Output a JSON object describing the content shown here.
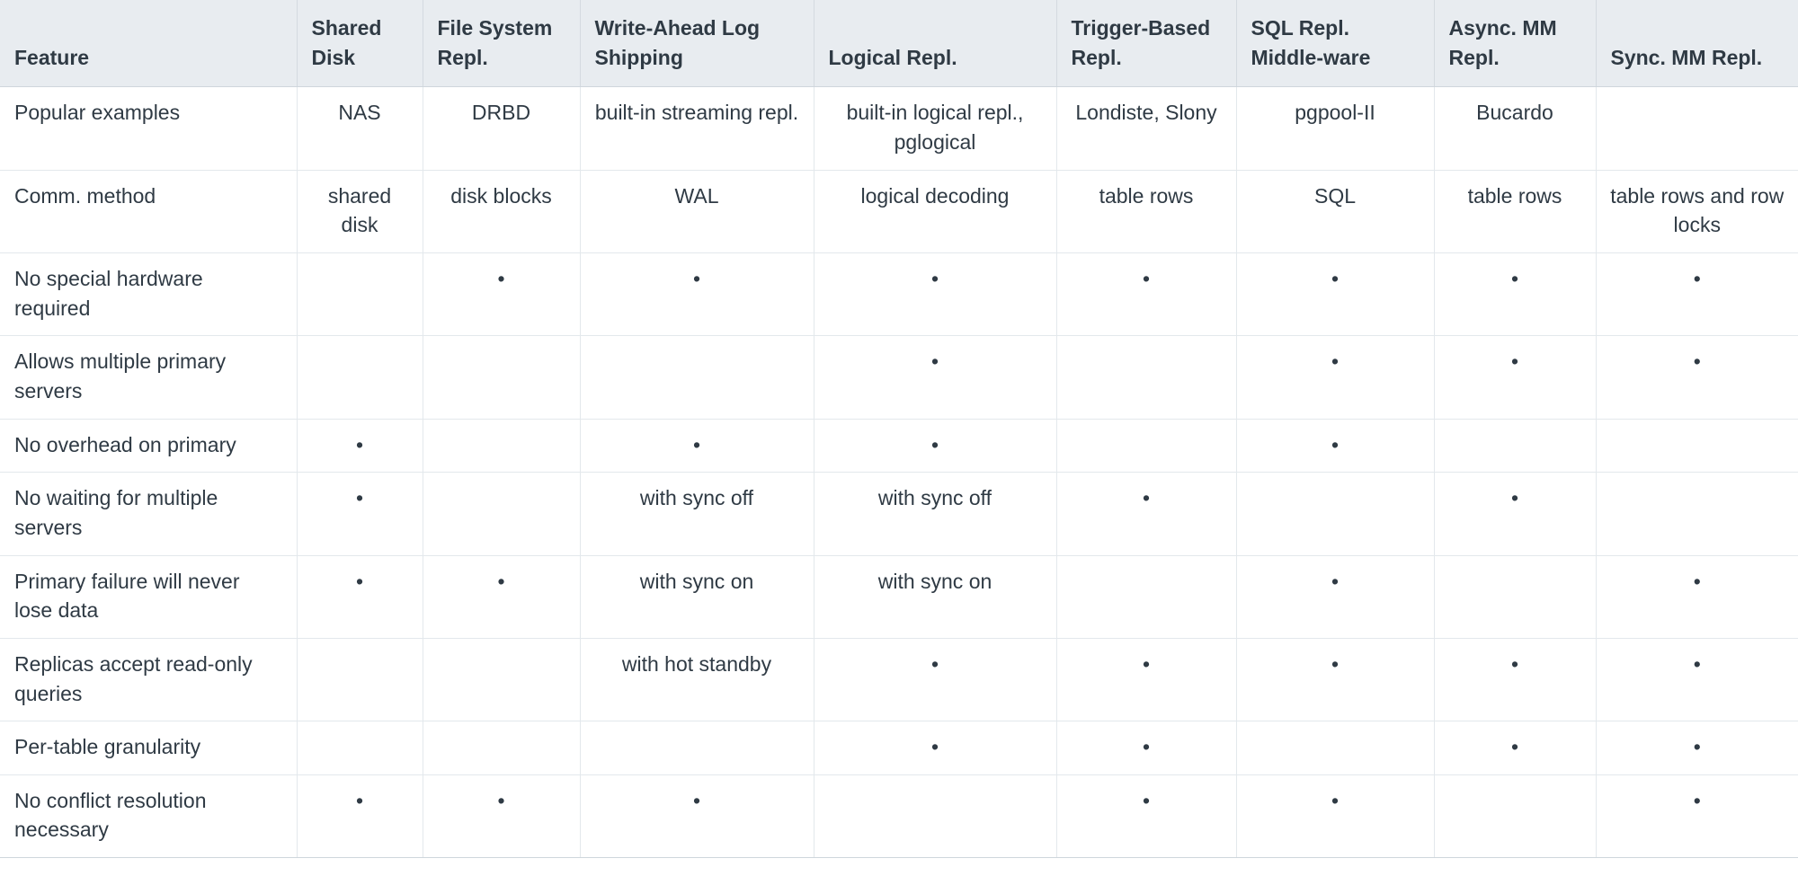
{
  "table": {
    "bullet_glyph": "•",
    "header_bg": "#e8ecf0",
    "text_color": "#2f3a44",
    "border_color": "#e3e8ec",
    "columns": [
      "Feature",
      "Shared Disk",
      "File System Repl.",
      "Write-Ahead Log Shipping",
      "Logical Repl.",
      "Trigger-Based Repl.",
      "SQL Repl. Middle-ware",
      "Async. MM Repl.",
      "Sync. MM Repl."
    ],
    "rows": [
      {
        "feature": "Popular examples",
        "cells": [
          "NAS",
          "DRBD",
          "built-in streaming repl.",
          "built-in logical repl., pglogical",
          "Londiste, Slony",
          "pgpool-II",
          "Bucardo",
          ""
        ]
      },
      {
        "feature": "Comm. method",
        "cells": [
          "shared disk",
          "disk blocks",
          "WAL",
          "logical decoding",
          "table rows",
          "SQL",
          "table rows",
          "table rows and row locks"
        ]
      },
      {
        "feature": "No special hardware required",
        "cells": [
          "",
          "•",
          "•",
          "•",
          "•",
          "•",
          "•",
          "•"
        ]
      },
      {
        "feature": "Allows multiple primary servers",
        "cells": [
          "",
          "",
          "",
          "•",
          "",
          "•",
          "•",
          "•"
        ]
      },
      {
        "feature": "No overhead on primary",
        "cells": [
          "•",
          "",
          "•",
          "•",
          "",
          "•",
          "",
          ""
        ]
      },
      {
        "feature": "No waiting for multiple servers",
        "cells": [
          "•",
          "",
          "with sync off",
          "with sync off",
          "•",
          "",
          "•",
          ""
        ]
      },
      {
        "feature": "Primary failure will never lose data",
        "cells": [
          "•",
          "•",
          "with sync on",
          "with sync on",
          "",
          "•",
          "",
          "•"
        ]
      },
      {
        "feature": "Replicas accept read-only queries",
        "cells": [
          "",
          "",
          "with hot standby",
          "•",
          "•",
          "•",
          "•",
          "•"
        ]
      },
      {
        "feature": "Per-table granularity",
        "cells": [
          "",
          "",
          "",
          "•",
          "•",
          "",
          "•",
          "•"
        ]
      },
      {
        "feature": "No conflict resolution necessary",
        "cells": [
          "•",
          "•",
          "•",
          "",
          "•",
          "•",
          "",
          "•"
        ]
      }
    ]
  }
}
